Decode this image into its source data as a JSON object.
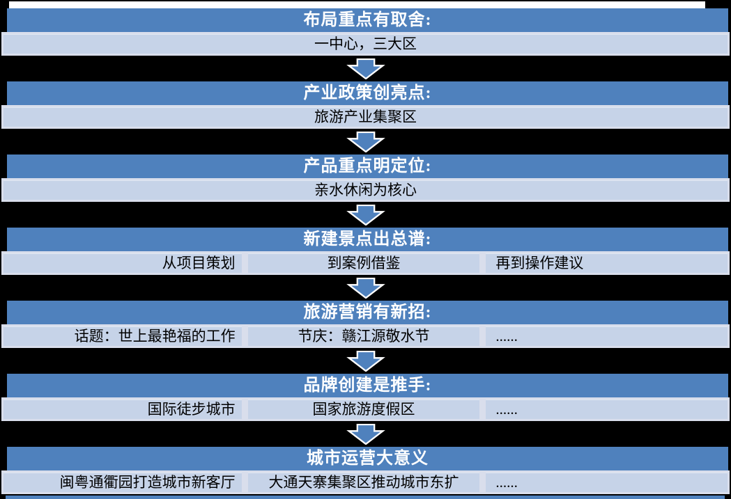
{
  "colors": {
    "background": "#000000",
    "top_strip": "#FFFFFF",
    "header_bg": "#4F81BD",
    "header_text": "#FFFFFF",
    "sub_cell_bg": "#C6D3E8",
    "sub_rim": "#D9DEEC",
    "sub_text": "#000000",
    "arrow_fill": "#4F81BD",
    "arrow_outline": "#FFFFFF"
  },
  "icons": {
    "between_blocks": "down-arrow-icon"
  },
  "blocks": [
    {
      "title": "布局重点有取舍:",
      "items": [
        "一中心，三大区"
      ],
      "arrow_after": true
    },
    {
      "title": "产业政策创亮点:",
      "items": [
        "旅游产业集聚区"
      ],
      "arrow_after": true
    },
    {
      "title": "产品重点明定位:",
      "items": [
        "亲水休闲为核心"
      ],
      "arrow_after": true
    },
    {
      "title": "新建景点出总谱:",
      "items": [
        "从项目策划",
        "到案例借鉴",
        "再到操作建议"
      ],
      "arrow_after": true
    },
    {
      "title": "旅游营销有新招:",
      "items": [
        "话题：世上最艳福的工作",
        "节庆：赣江源敬水节",
        "......"
      ],
      "arrow_after": true
    },
    {
      "title": "品牌创建是推手:",
      "items": [
        "国际徒步城市",
        "国家旅游度假区",
        "......"
      ],
      "arrow_after": true
    },
    {
      "title": "城市运营大意义",
      "items": [
        "闽粤通衢园打造城市新客厅",
        "大通天寨集聚区推动城市东扩",
        "......"
      ],
      "arrow_after": false
    }
  ],
  "bottom_sliver_present": "true"
}
